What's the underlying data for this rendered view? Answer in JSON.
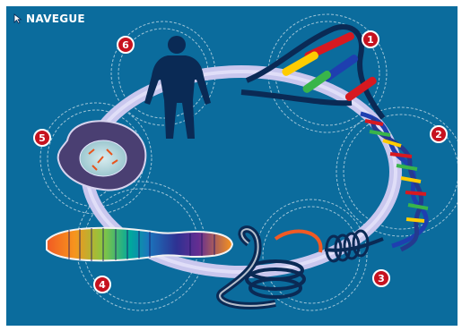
{
  "nav": {
    "label": "NAVEGUE",
    "icon": "cursor-arrow-icon"
  },
  "steps": [
    {
      "number": "1",
      "depicts": "dna-unwinding-icon"
    },
    {
      "number": "2",
      "depicts": "dna-double-helix-icon"
    },
    {
      "number": "3",
      "depicts": "chromatin-coil-icon"
    },
    {
      "number": "4",
      "depicts": "banded-chromosome-icon"
    },
    {
      "number": "5",
      "depicts": "cell-nucleus-icon"
    },
    {
      "number": "6",
      "depicts": "human-body-icon"
    }
  ],
  "colors": {
    "background": "#0b6c9d",
    "ring": "#c9c7ee",
    "badge": "#c6121f",
    "silhouette": "#0a2a55",
    "helix_blue": "#1e3fb0",
    "cell": "#4a3f72"
  }
}
